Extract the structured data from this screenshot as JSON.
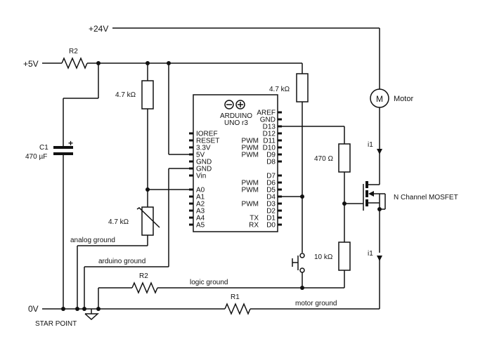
{
  "rails": {
    "v24": "+24V",
    "v5": "+5V",
    "gnd": "0V",
    "star": "STAR POINT"
  },
  "components": {
    "r2_top": "R2",
    "r2_bottom": "R2",
    "r1": "R1",
    "c1_name": "C1",
    "c1_value": "470 µF",
    "c1_plus": "+",
    "r_pullup_left": "4.7 kΩ",
    "r_pullup_right": "4.7 kΩ",
    "pot": "4.7 kΩ",
    "r_gate": "470 Ω",
    "r_pulldown": "10 kΩ",
    "motor_symbol": "M",
    "motor_label": "Motor",
    "mosfet": "N Channel MOSFET",
    "current_top": "i1",
    "current_bottom": "i1"
  },
  "grounds": {
    "analog": "analog ground",
    "arduino": "arduino ground",
    "logic": "logic ground",
    "motor": "motor ground"
  },
  "arduino": {
    "logo": "⊖⊕",
    "name_line1": "ARDUINO",
    "name_line2": "UNO r3",
    "left_pins": [
      "IOREF",
      "RESET",
      "3.3V",
      "5V",
      "GND",
      "GND",
      "Vin",
      "",
      "A0",
      "A1",
      "A2",
      "A3",
      "A4",
      "A5"
    ],
    "right_pins": [
      "AREF",
      "GND",
      "D13",
      "D12",
      "D11",
      "D10",
      "D9",
      "D8",
      "",
      "D7",
      "D6",
      "D5",
      "D4",
      "D3",
      "D2",
      "D1",
      "D0"
    ],
    "right_prefix": [
      "",
      "",
      "",
      "",
      "PWM",
      "PWM",
      "PWM",
      "",
      "",
      "",
      "PWM",
      "PWM",
      "",
      "PWM",
      "",
      "TX",
      "RX"
    ]
  }
}
